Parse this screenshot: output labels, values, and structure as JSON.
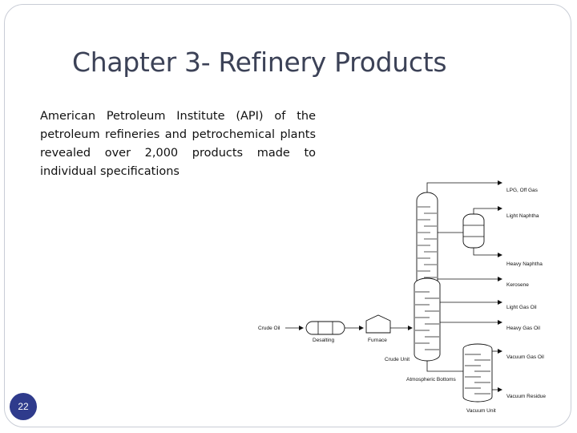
{
  "slide": {
    "title": "Chapter 3- Refinery Products",
    "body": "American Petroleum Institute (API) of the petroleum refineries and petrochemical plants revealed over 2,000 products made to individual specifications",
    "page_number": "22"
  },
  "diagram": {
    "inputs": {
      "crude_oil": "Crude Oil"
    },
    "units": {
      "desalting": "Desalting",
      "furnace": "Furnace",
      "crude_unit": "Crude Unit",
      "vacuum_unit": "Vacuum Unit"
    },
    "streams": {
      "atmospheric_bottoms": "Atmospheric Bottoms"
    },
    "products": {
      "lpg": "LPG, Off Gas",
      "light_naphtha": "Light Naphtha",
      "heavy_naphtha": "Heavy Naphtha",
      "kerosene": "Kerosene",
      "light_gas_oil": "Light Gas Oil",
      "heavy_gas_oil": "Heavy Gas Oil",
      "vacuum_gas_oil": "Vacuum Gas Oil",
      "vacuum_residue": "Vacuum Residue"
    }
  }
}
